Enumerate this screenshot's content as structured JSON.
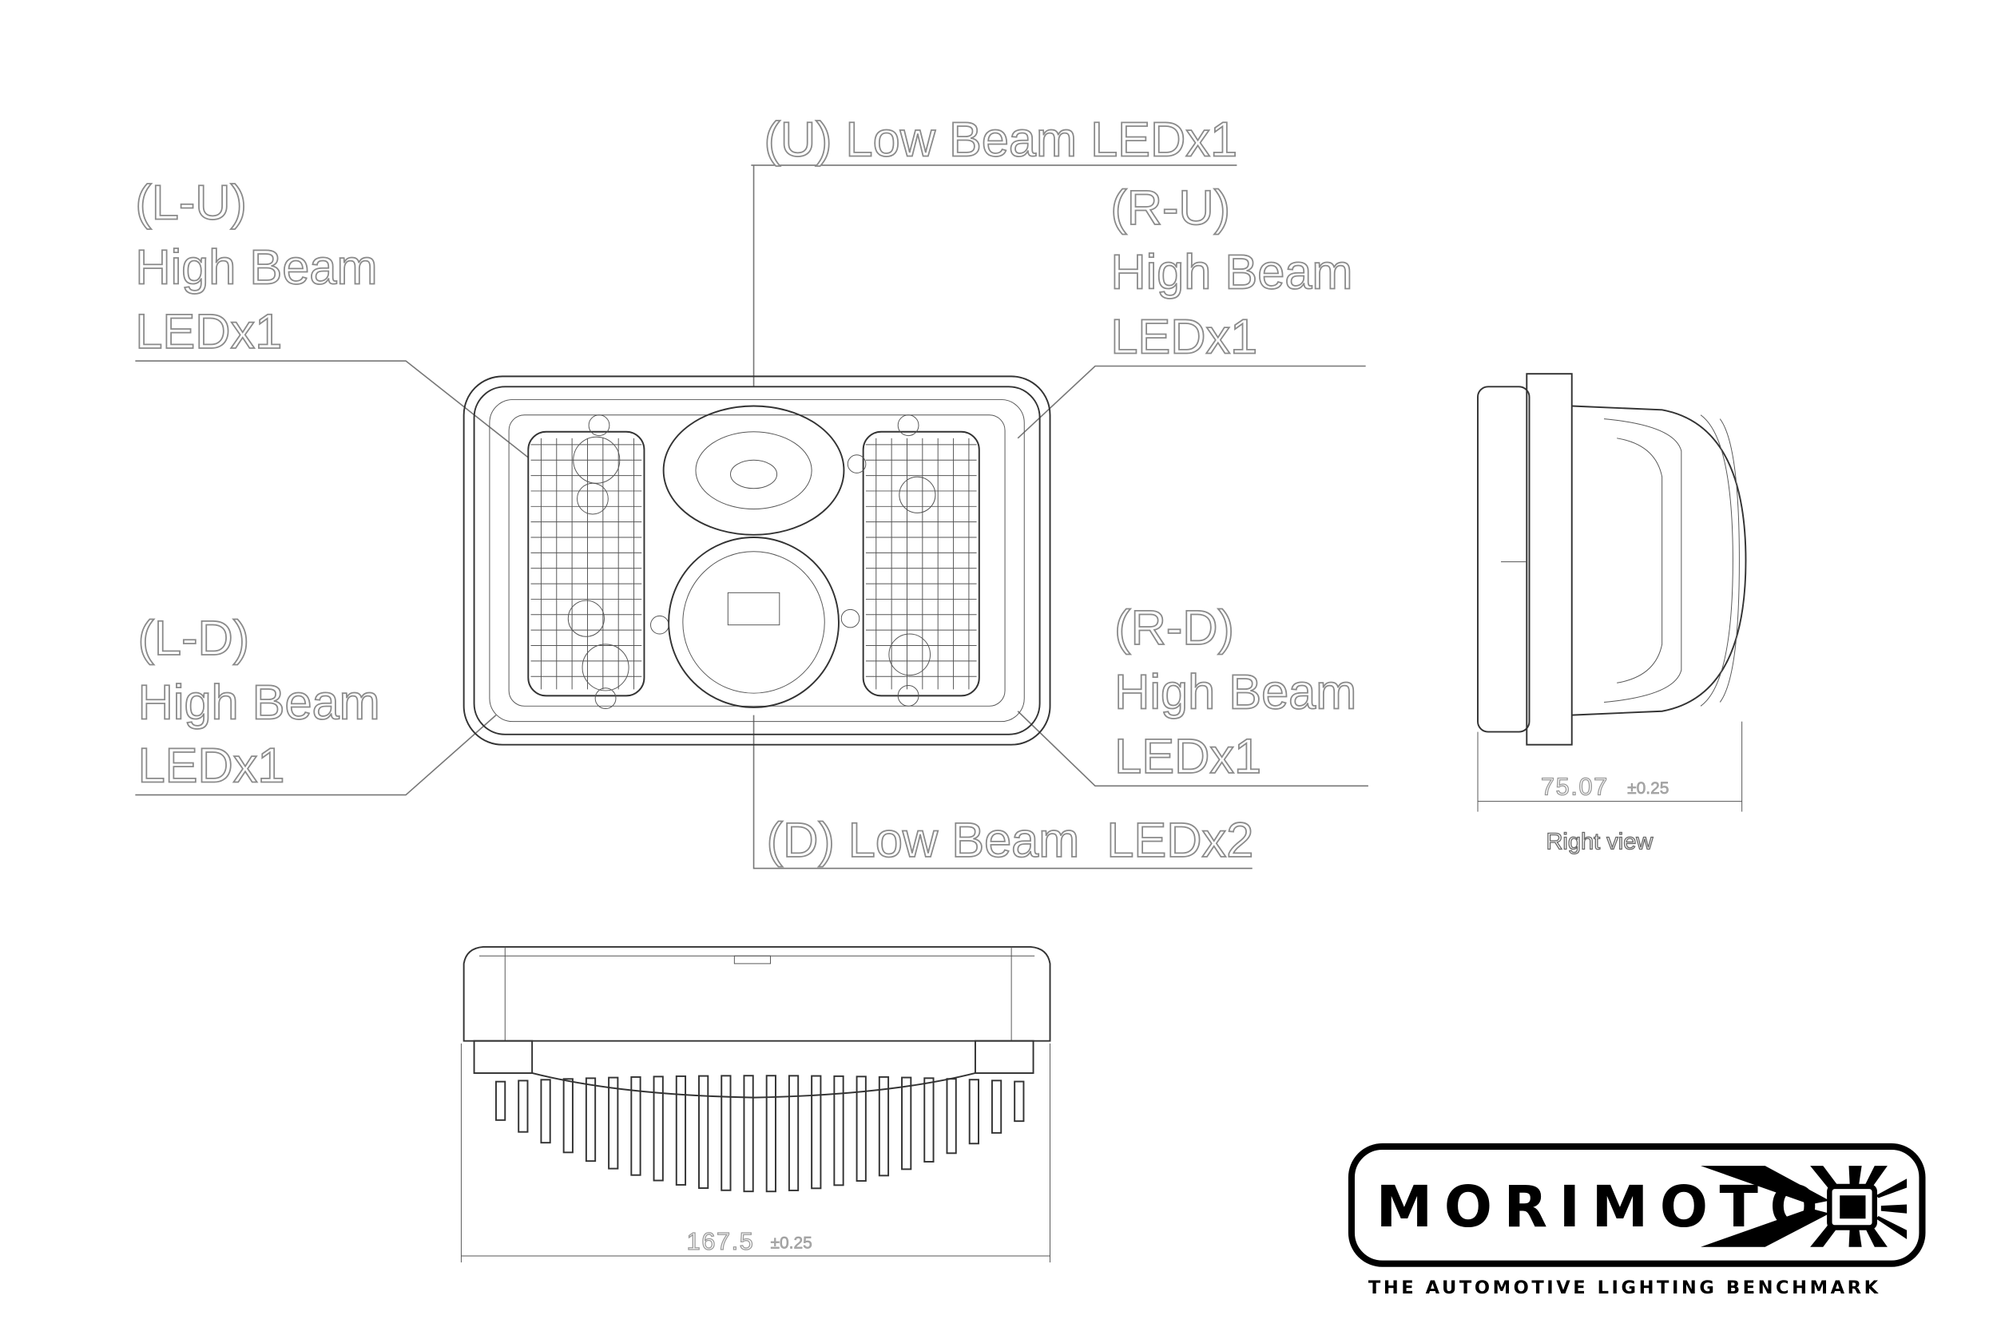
{
  "labels": {
    "u": "(U) Low Beam LEDx1",
    "lu": {
      "pos": "(L-U)",
      "type": "High Beam",
      "count": "LEDx1"
    },
    "ru": {
      "pos": "(R-U)",
      "type": "High Beam",
      "count": "LEDx1"
    },
    "ld": {
      "pos": "(L-D)",
      "type": "High Beam",
      "count": "LEDx1"
    },
    "rd": {
      "pos": "(R-D)",
      "type": "High Beam",
      "count": "LEDx1"
    },
    "d": "(D) Low Beam  LEDx2"
  },
  "dimensions": {
    "width": {
      "value": "167.5",
      "tolerance": "±0.25"
    },
    "depth": {
      "value": "75.07",
      "tolerance": "±0.25"
    }
  },
  "views": {
    "right": "Right view"
  },
  "logo": {
    "brand": "MORIMOTO",
    "tagline": "THE AUTOMOTIVE LIGHTING BENCHMARK"
  }
}
